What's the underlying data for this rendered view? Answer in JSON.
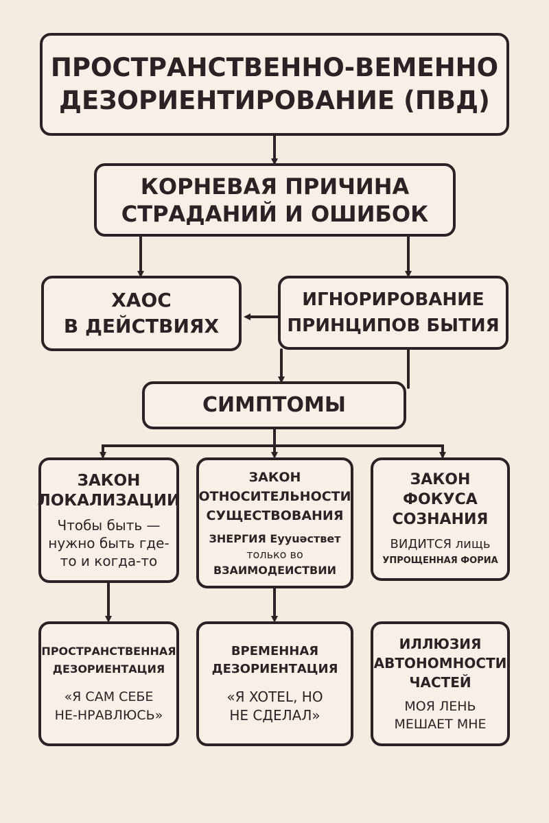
{
  "top": {
    "lines": [
      "ПРОСТРАНСТВЕННО-ВЕМЕННО",
      "ДЕЗОРИЕНТИРОВАНИЕ (ПВД)"
    ]
  },
  "root_cause": {
    "lines": [
      "КОРНЕВАЯ ПРИЧИНА",
      "СТРАДАНИЙ И ОШИБОК"
    ]
  },
  "chaos": {
    "lines": [
      "ХАОС",
      "В ДЕЙСТВИЯХ"
    ]
  },
  "ignoring": {
    "lines": [
      "ИГНОРИРОВАНИЕ",
      "ПРИНЦИПОВ БЫТИЯ"
    ]
  },
  "symptoms": {
    "label": "СИМПТОМЫ"
  },
  "laws": [
    {
      "title": [
        "ЗАКОН",
        "ЛОКАЛИЗАЦИИ"
      ],
      "text": [
        "Чтобы быть —",
        "нужно быть где-",
        "то и когда-то"
      ]
    },
    {
      "title": [
        "ЗАКОН",
        "ОТНОСИТЕЛЬНОСТИ",
        "СУЩЕСТВОВАНИЯ"
      ],
      "text": [
        "ЗНЕРГИЯ Еууuəствет",
        "только во",
        "ВЗАИМОДЕИСТВИИ"
      ]
    },
    {
      "title": [
        "ЗАКОН",
        "ФОКУСА",
        "СОЗНАНИЯ"
      ],
      "text": [
        "ВИДИТСЯ лищь",
        "УПРОЩЕННАЯ ФОРИА"
      ]
    }
  ],
  "outcomes": [
    {
      "title": [
        "ПРОСТРАНСТВЕННАЯ",
        "ДЕЗОРИЕНТАЦИЯ"
      ],
      "quote": [
        "«Я САМ СЕБЕ",
        "НЕ-НРАВЛЮСЬ»"
      ]
    },
    {
      "title": [
        "ВРЕМЕННАЯ",
        "ДЕЗОРИЕНТАЦИЯ"
      ],
      "quote": [
        "«Я XOTEL, НО",
        "НЕ СДЕЛАЛ»"
      ]
    },
    {
      "title": [
        "ИЛЛЮЗИЯ",
        "АВТОНОМНОСТИ",
        "ЧАСТЕЙ"
      ],
      "quote": [
        "МОЯ ЛЕНЬ",
        "МЕШАЕТ МНЕ"
      ]
    }
  ]
}
